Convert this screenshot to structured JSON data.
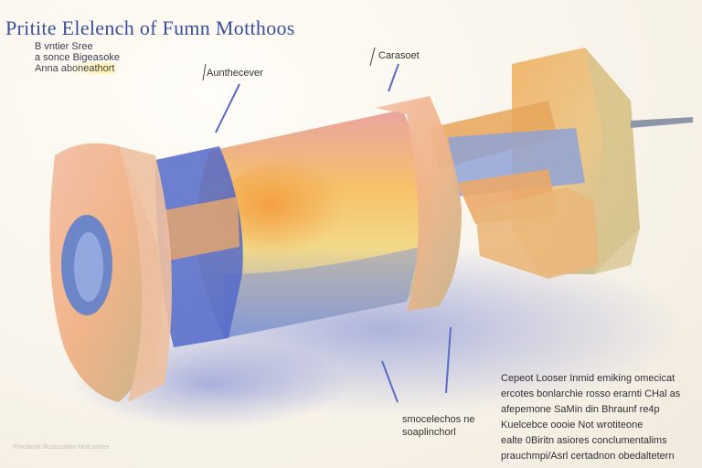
{
  "title": "Pritite Elelench of Fumn Motthoos",
  "subtitle_lines": [
    "B  vntier Sree",
    "a  sonce  Bigeasoke",
    "Anna  aboneathort"
  ],
  "labels": {
    "top_left": "Aunthecever",
    "top_right": "Carasoet",
    "bottom": "smocelechos ne\nsoaplinchorl"
  },
  "note_lines": [
    "Cepeot Looser Inmid emiking omecicat",
    "ercotes bonlarchie rosso erarnti CHal as",
    "afepemone SaMin din Bhraunf re4p",
    "Kuelcebce oooie Not wrotiteone",
    "ealte 0Biritn asiores conclumentalims",
    "prauchmpi/Asrl certadnon obedaltetern"
  ],
  "watermark": "Precilonal Illustroiatiko Molcasneo",
  "colors": {
    "title_blue": "#3a4f9c",
    "cylinder_orange": "#f0a048",
    "cylinder_blue": "#4a62c8",
    "flange_peach": "#f2b79a",
    "shadow_violet": "#8c96d8"
  }
}
